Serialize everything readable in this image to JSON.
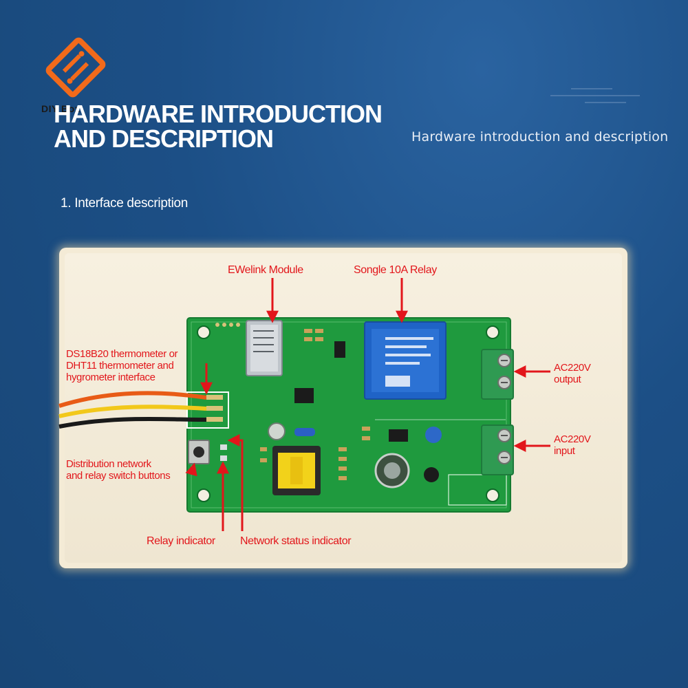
{
  "brand": {
    "logo_text": "DIY Box"
  },
  "header": {
    "title_line1": "HARDWARE INTRODUCTION",
    "title_line2": "AND DESCRIPTION",
    "subtitle": "Hardware introduction and description"
  },
  "section": {
    "heading": "1. Interface description"
  },
  "annotations": {
    "module": "EWelink Module",
    "relay": "Songle 10A Relay",
    "sensor_line1": "DS18B20 thermometer or",
    "sensor_line2": "DHT11 thermometer and",
    "sensor_line3": "hygrometer interface",
    "output_line1": "AC220V",
    "output_line2": "output",
    "input_line1": "AC220V",
    "input_line2": "input",
    "buttons_line1": "Distribution network",
    "buttons_line2": "and relay switch buttons",
    "relay_indicator": "Relay indicator",
    "network_indicator": "Network status indicator"
  },
  "colors": {
    "background": "#1c4f86",
    "pcb": "#1f9a3e",
    "annotation": "#e2161b",
    "relay_blue": "#1f63c6",
    "terminal_green": "#2f9a52",
    "logo_orange": "#f26a1b"
  }
}
